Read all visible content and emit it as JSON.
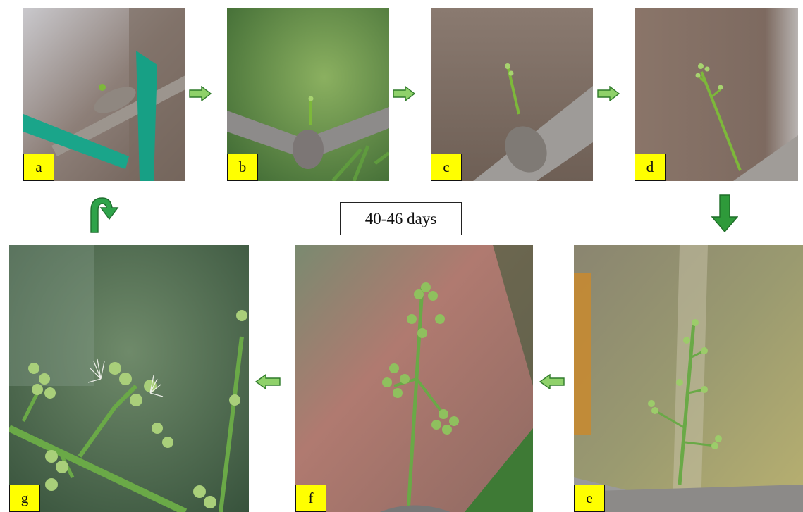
{
  "duration_label": "40-46 days",
  "panels": [
    {
      "id": "a",
      "label": "a"
    },
    {
      "id": "b",
      "label": "b"
    },
    {
      "id": "c",
      "label": "c"
    },
    {
      "id": "d",
      "label": "d"
    },
    {
      "id": "e",
      "label": "e"
    },
    {
      "id": "f",
      "label": "f"
    },
    {
      "id": "g",
      "label": "g"
    }
  ],
  "colors": {
    "label_bg": "#ffff00",
    "arrow_fill": "#8fd16a",
    "arrow_dark": "#1f8a2c",
    "stem_green": "#6fb84a",
    "bud_green": "#9ccc6a"
  }
}
